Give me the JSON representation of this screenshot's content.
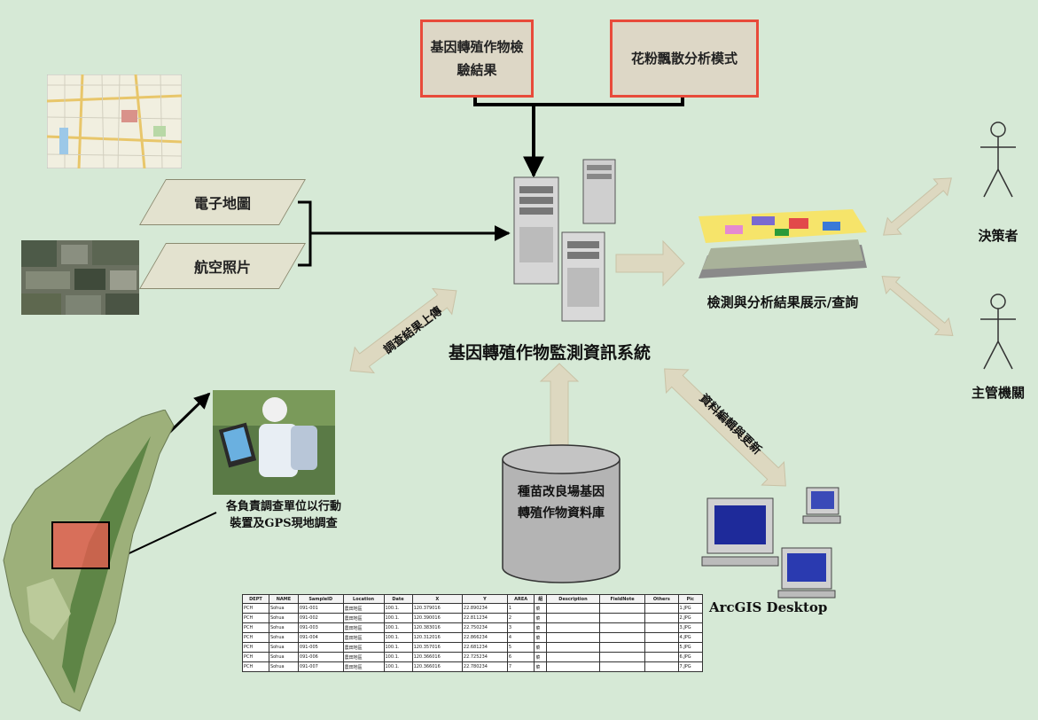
{
  "boxes": {
    "gm_result": "基因轉殖作物檢驗結果",
    "pollen_model": "花粉飄散分析模式"
  },
  "inputs": {
    "emap": "電子地圖",
    "aerial": "航空照片"
  },
  "system": {
    "title": "基因轉殖作物監測資訊系統",
    "display": "檢測與分析結果展示/查詢",
    "database": "種苗改良場基因轉殖作物資料庫",
    "desktop": "ArcGIS Desktop"
  },
  "arrows": {
    "upload": "調查結果上傳",
    "edit": "資料編輯與更新"
  },
  "actors": {
    "decision": "決策者",
    "authority": "主管機關"
  },
  "field": {
    "survey": "各負責調查單位以行動裝置及GPS現地調查"
  },
  "table": {
    "headers": [
      "DEPT",
      "NAME",
      "SampleID",
      "Location",
      "Date",
      "X",
      "Y",
      "AREA",
      "組",
      "Description",
      "FieldNote",
      "Others",
      "Pic"
    ],
    "rows": [
      [
        "PCH",
        "Sohua",
        "091-001",
        "農田地區",
        "100.1.",
        "120.379016",
        "22.890234",
        "1",
        "菜",
        "",
        "",
        "",
        "1.JPG"
      ],
      [
        "PCH",
        "Sohua",
        "091-002",
        "農田地區",
        "100.1.",
        "120.390016",
        "22.811234",
        "2",
        "菜",
        "",
        "",
        "",
        "2.JPG"
      ],
      [
        "PCH",
        "Sohua",
        "091-003",
        "農田地區",
        "100.1.",
        "120.383016",
        "22.750234",
        "3",
        "菜",
        "",
        "",
        "",
        "3.JPG"
      ],
      [
        "PCH",
        "Sohua",
        "091-004",
        "農田地區",
        "100.1.",
        "120.312016",
        "22.866234",
        "4",
        "菜",
        "",
        "",
        "",
        "4.JPG"
      ],
      [
        "PCH",
        "Sohua",
        "091-005",
        "農田地區",
        "100.1.",
        "120.357016",
        "22.681234",
        "5",
        "菜",
        "",
        "",
        "",
        "5.JPG"
      ],
      [
        "PCH",
        "Sohua",
        "091-006",
        "農田地區",
        "100.1.",
        "120.366016",
        "22.725234",
        "6",
        "菜",
        "",
        "",
        "",
        "6.JPG"
      ],
      [
        "PCH",
        "Sohua",
        "091-007",
        "農田地區",
        "100.1.",
        "120.366016",
        "22.780234",
        "7",
        "菜",
        "",
        "",
        "",
        "7.JPG"
      ]
    ]
  },
  "colors": {
    "background": "#d6e9d6",
    "box_border": "#e84a3a",
    "arrow_fill": "#ddd8c0"
  }
}
